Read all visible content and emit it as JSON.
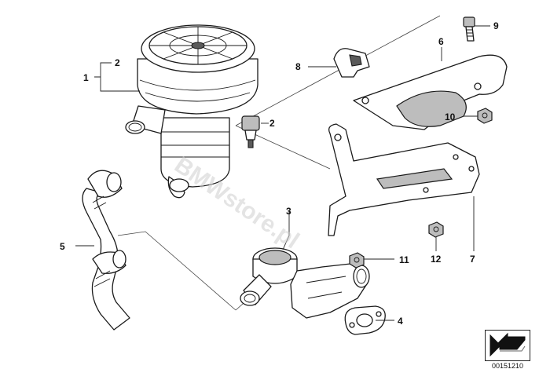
{
  "watermark": "BMWstore.pl",
  "reference_number": "00151210",
  "callouts": {
    "c1": "1",
    "c2a": "2",
    "c2b": "2",
    "c3": "3",
    "c4": "4",
    "c5": "5",
    "c6": "6",
    "c7": "7",
    "c8": "8",
    "c9": "9",
    "c10": "10",
    "c11": "11",
    "c12": "12"
  },
  "icons": {
    "reference_arrow": "arrow-icon"
  }
}
